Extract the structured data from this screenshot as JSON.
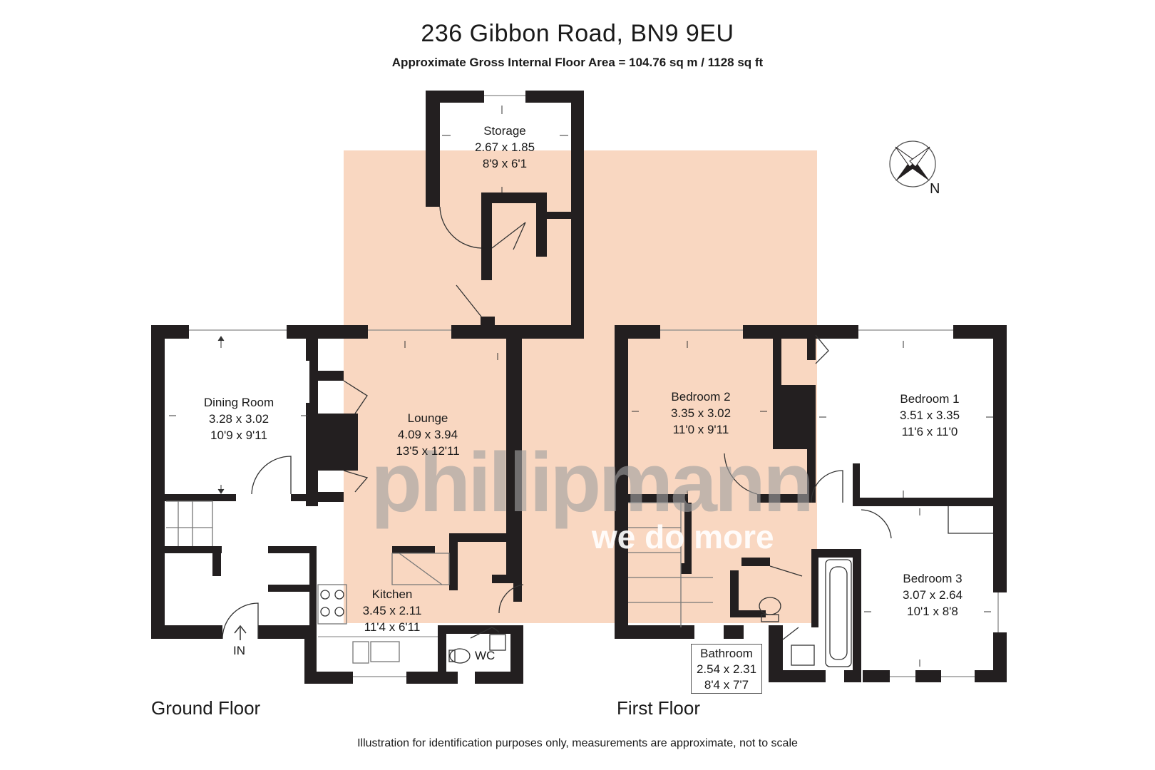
{
  "header": {
    "title": "236 Gibbon Road, BN9 9EU",
    "area": "Approximate Gross Internal Floor Area = 104.76 sq m / 1128 sq ft"
  },
  "floors": {
    "ground": "Ground Floor",
    "first": "First Floor"
  },
  "rooms": {
    "storage": {
      "name": "Storage",
      "metric": "2.67 x 1.85",
      "imperial": "8'9 x 6'1"
    },
    "dining": {
      "name": "Dining Room",
      "metric": "3.28 x 3.02",
      "imperial": "10'9 x 9'11"
    },
    "lounge": {
      "name": "Lounge",
      "metric": "4.09 x 3.94",
      "imperial": "13'5 x 12'11"
    },
    "kitchen": {
      "name": "Kitchen",
      "metric": "3.45 x 2.11",
      "imperial": "11'4 x 6'11"
    },
    "wc": {
      "name": "WC"
    },
    "bedroom2": {
      "name": "Bedroom 2",
      "metric": "3.35 x 3.02",
      "imperial": "11'0 x 9'11"
    },
    "bedroom1": {
      "name": "Bedroom 1",
      "metric": "3.51 x 3.35",
      "imperial": "11'6 x 11'0"
    },
    "bedroom3": {
      "name": "Bedroom 3",
      "metric": "3.07 x 2.64",
      "imperial": "10'1 x 8'8"
    },
    "bathroom": {
      "name": "Bathroom",
      "metric": "2.54 x 2.31",
      "imperial": "8'4 x 7'7"
    }
  },
  "entrance": "IN",
  "compass": "N",
  "watermark": {
    "brand": "phillipmann",
    "tagline": "we do more"
  },
  "disclaimer": "Illustration for identification purposes only, measurements are approximate, not to scale",
  "colors": {
    "wall": "#231f20",
    "highlight": "#f9d7c1",
    "text": "#1a1a1a"
  }
}
